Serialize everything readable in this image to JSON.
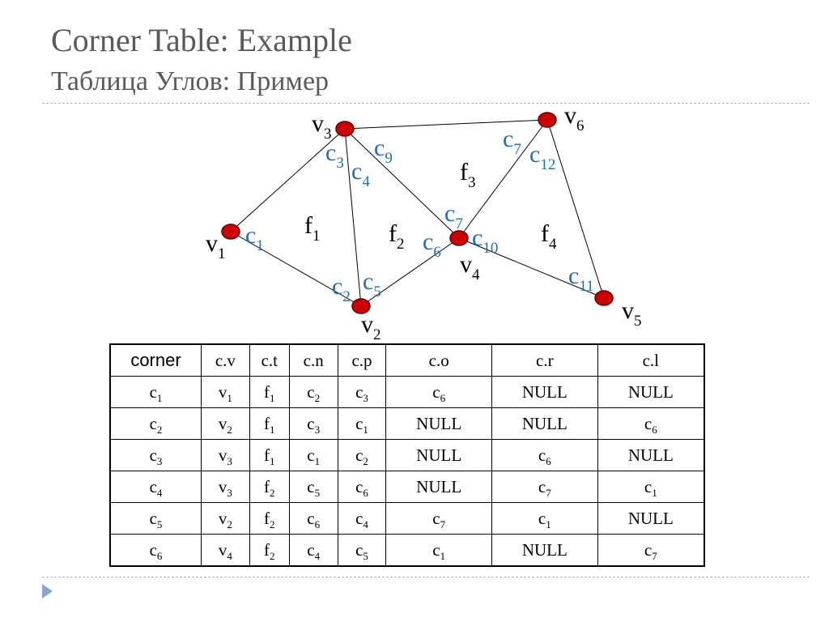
{
  "title": "Corner Table: Example",
  "subtitle": "Таблица Углов: Пример",
  "colors": {
    "vertex_fill": "#cc0000",
    "corner_label": "#1f6fb5",
    "heading": "#5a5a5a",
    "rule": "#a8b4c4",
    "bullet": "#8aa6cc"
  },
  "diagram": {
    "vertices": [
      {
        "id": "v1",
        "base": "v",
        "sub": "1"
      },
      {
        "id": "v2",
        "base": "v",
        "sub": "2"
      },
      {
        "id": "v3",
        "base": "v",
        "sub": "3"
      },
      {
        "id": "v4",
        "base": "v",
        "sub": "4"
      },
      {
        "id": "v5",
        "base": "v",
        "sub": "5"
      },
      {
        "id": "v6",
        "base": "v",
        "sub": "6"
      }
    ],
    "edges": [
      [
        "v1",
        "v3"
      ],
      [
        "v1",
        "v2"
      ],
      [
        "v3",
        "v2"
      ],
      [
        "v2",
        "v4"
      ],
      [
        "v3",
        "v4"
      ],
      [
        "v3",
        "v6"
      ],
      [
        "v4",
        "v6"
      ],
      [
        "v4",
        "v5"
      ],
      [
        "v6",
        "v5"
      ]
    ],
    "faces": [
      {
        "id": "f1",
        "base": "f",
        "sub": "1"
      },
      {
        "id": "f2",
        "base": "f",
        "sub": "2"
      },
      {
        "id": "f3",
        "base": "f",
        "sub": "3"
      },
      {
        "id": "f4",
        "base": "f",
        "sub": "4"
      }
    ],
    "corners": [
      {
        "id": "c1",
        "base": "c",
        "sub": "1"
      },
      {
        "id": "c2",
        "base": "c",
        "sub": "2"
      },
      {
        "id": "c3",
        "base": "c",
        "sub": "3"
      },
      {
        "id": "c4",
        "base": "c",
        "sub": "4"
      },
      {
        "id": "c5",
        "base": "c",
        "sub": "5"
      },
      {
        "id": "c6",
        "base": "c",
        "sub": "6"
      },
      {
        "id": "c7-f3",
        "base": "c",
        "sub": "7"
      },
      {
        "id": "c7-f4",
        "base": "c",
        "sub": "7"
      },
      {
        "id": "c9",
        "base": "c",
        "sub": "9"
      },
      {
        "id": "c10",
        "base": "c",
        "sub": "10"
      },
      {
        "id": "c11",
        "base": "c",
        "sub": "11"
      },
      {
        "id": "c12",
        "base": "c",
        "sub": "12"
      }
    ]
  },
  "table": {
    "headers": [
      "corner",
      "c.v",
      "c.t",
      "c.n",
      "c.p",
      "c.o",
      "c.r",
      "c.l"
    ],
    "rows": [
      [
        {
          "b": "c",
          "s": "1"
        },
        {
          "b": "v",
          "s": "1"
        },
        {
          "b": "f",
          "s": "1"
        },
        {
          "b": "c",
          "s": "2"
        },
        {
          "b": "c",
          "s": "3"
        },
        {
          "b": "c",
          "s": "6"
        },
        {
          "b": "NULL",
          "s": ""
        },
        {
          "b": "NULL",
          "s": ""
        }
      ],
      [
        {
          "b": "c",
          "s": "2"
        },
        {
          "b": "v",
          "s": "2"
        },
        {
          "b": "f",
          "s": "1"
        },
        {
          "b": "c",
          "s": "3"
        },
        {
          "b": "c",
          "s": "1"
        },
        {
          "b": "NULL",
          "s": ""
        },
        {
          "b": "NULL",
          "s": ""
        },
        {
          "b": "c",
          "s": "6"
        }
      ],
      [
        {
          "b": "c",
          "s": "3"
        },
        {
          "b": "v",
          "s": "3"
        },
        {
          "b": "f",
          "s": "1"
        },
        {
          "b": "c",
          "s": "1"
        },
        {
          "b": "c",
          "s": "2"
        },
        {
          "b": "NULL",
          "s": ""
        },
        {
          "b": "c",
          "s": "6"
        },
        {
          "b": "NULL",
          "s": ""
        }
      ],
      [
        {
          "b": "c",
          "s": "4"
        },
        {
          "b": "v",
          "s": "3"
        },
        {
          "b": "f",
          "s": "2"
        },
        {
          "b": "c",
          "s": "5"
        },
        {
          "b": "c",
          "s": "6"
        },
        {
          "b": "NULL",
          "s": ""
        },
        {
          "b": "c",
          "s": "7"
        },
        {
          "b": "c",
          "s": "1"
        }
      ],
      [
        {
          "b": "c",
          "s": "5"
        },
        {
          "b": "v",
          "s": "2"
        },
        {
          "b": "f",
          "s": "2"
        },
        {
          "b": "c",
          "s": "6"
        },
        {
          "b": "c",
          "s": "4"
        },
        {
          "b": "c",
          "s": "7"
        },
        {
          "b": "c",
          "s": "1"
        },
        {
          "b": "NULL",
          "s": ""
        }
      ],
      [
        {
          "b": "c",
          "s": "6"
        },
        {
          "b": "v",
          "s": "4"
        },
        {
          "b": "f",
          "s": "2"
        },
        {
          "b": "c",
          "s": "4"
        },
        {
          "b": "c",
          "s": "5"
        },
        {
          "b": "c",
          "s": "1"
        },
        {
          "b": "NULL",
          "s": ""
        },
        {
          "b": "c",
          "s": "7"
        }
      ]
    ]
  }
}
